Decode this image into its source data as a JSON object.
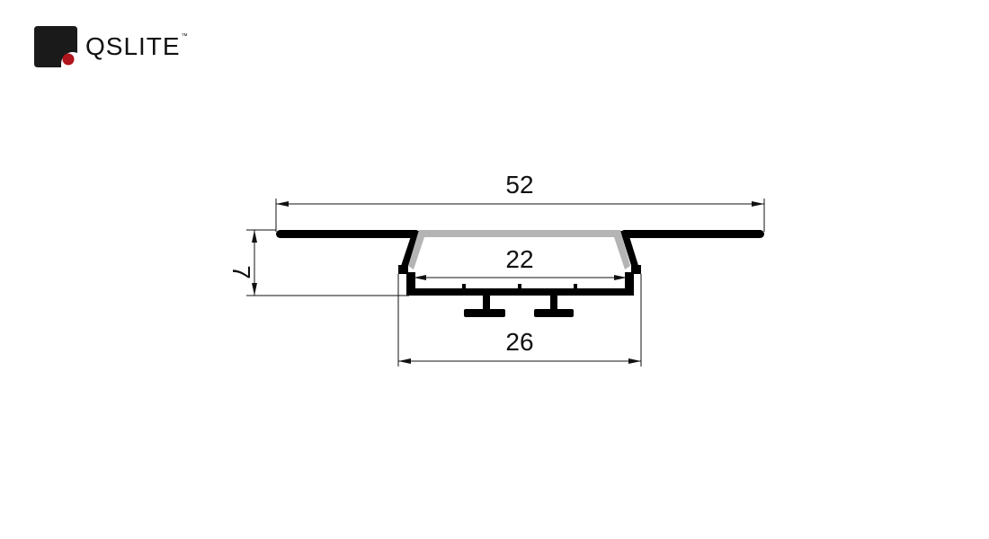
{
  "brand": {
    "name": "QSLITE",
    "trademark": "™",
    "icon": "qslite-logo-mark",
    "colors": {
      "mark": "#1a1a1a",
      "dot": "#b0141c"
    }
  },
  "drawing": {
    "colors": {
      "profile": "#000000",
      "diffuser": "#b4b4b4",
      "dimension": "#111111"
    },
    "dimensions": {
      "overall_width": "52",
      "height": "7",
      "inner_width": "22",
      "base_width": "26"
    }
  }
}
